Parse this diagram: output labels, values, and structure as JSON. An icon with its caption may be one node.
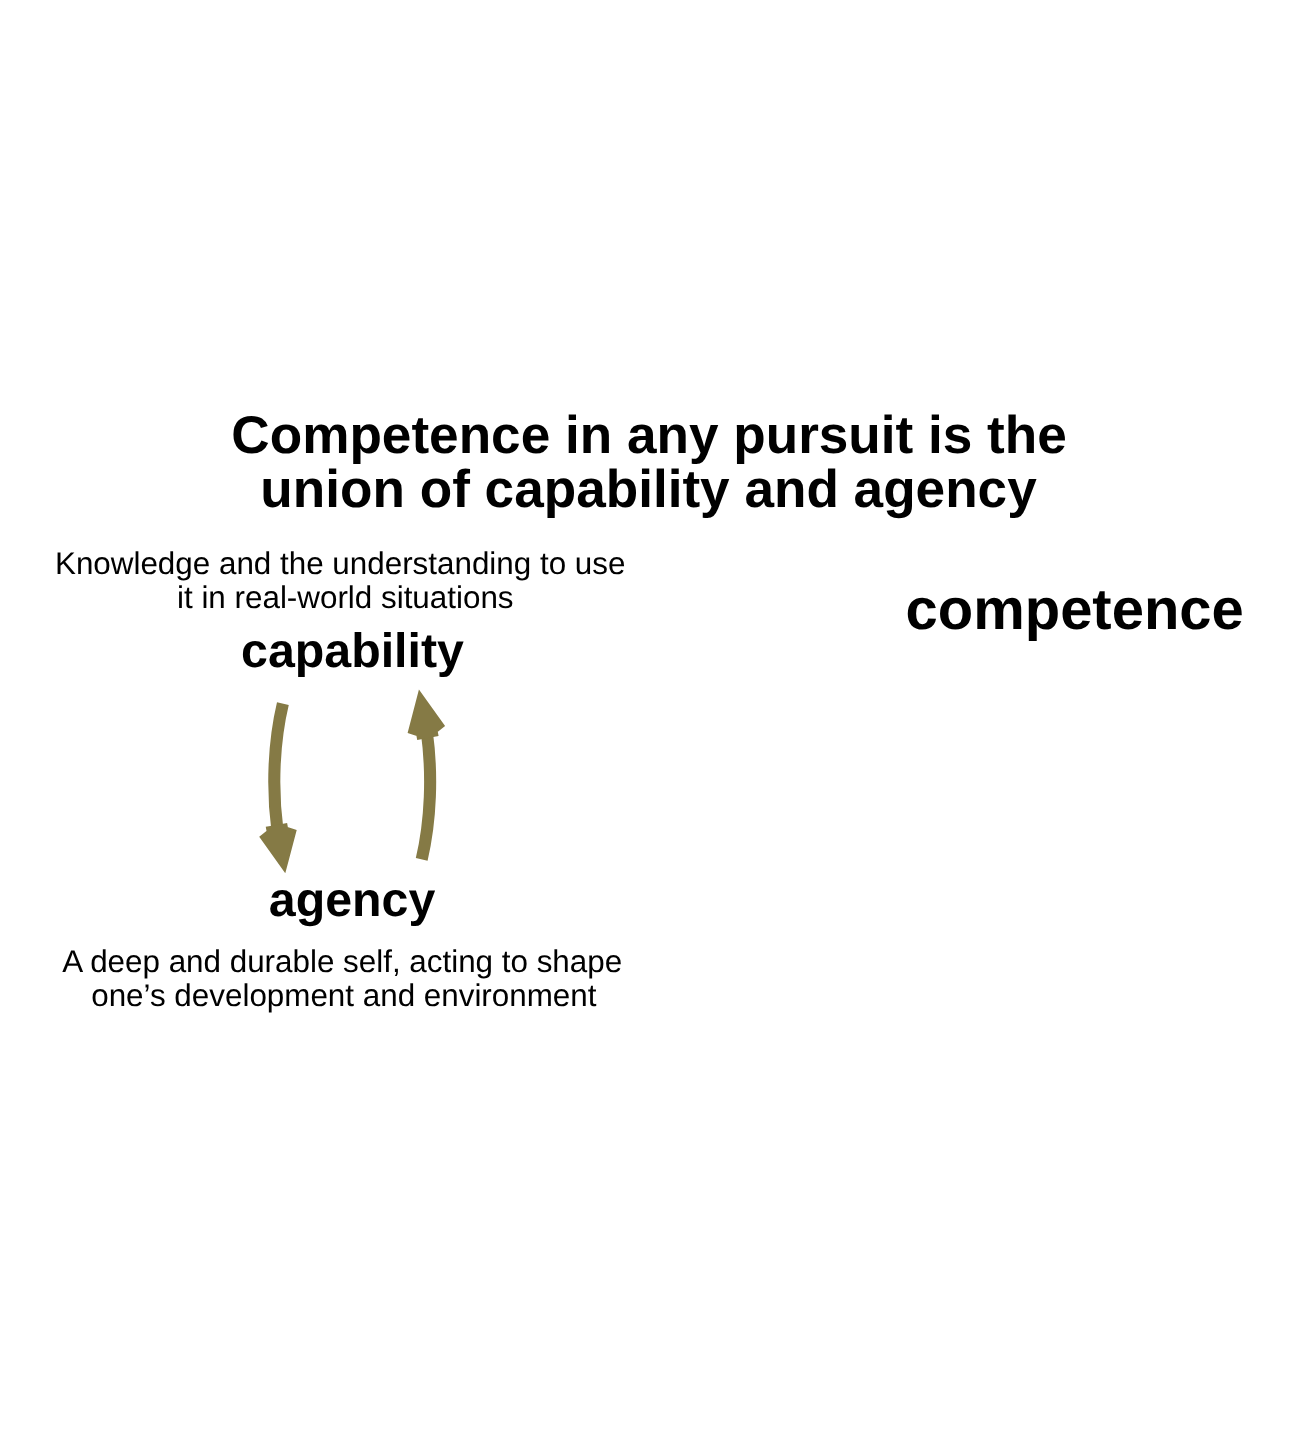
{
  "diagram": {
    "title": "Competence in any pursuit is the union of capability and agency",
    "nodes": [
      {
        "text": [
          "capability"
        ],
        "beside": [
          "Knowledge and the understanding to use it in real-world situations"
        ]
      },
      {
        "text": [
          "agency"
        ],
        "beside": [
          "A deep and durable self, acting to shape one’s development and environment"
        ]
      }
    ],
    "edges": [
      {
        "from": 1,
        "to": 0,
        "arrow": "to"
      },
      {
        "from": 0,
        "to": 1,
        "arrow": "to"
      }
    ],
    "labels": [
      "competence"
    ]
  }
}
